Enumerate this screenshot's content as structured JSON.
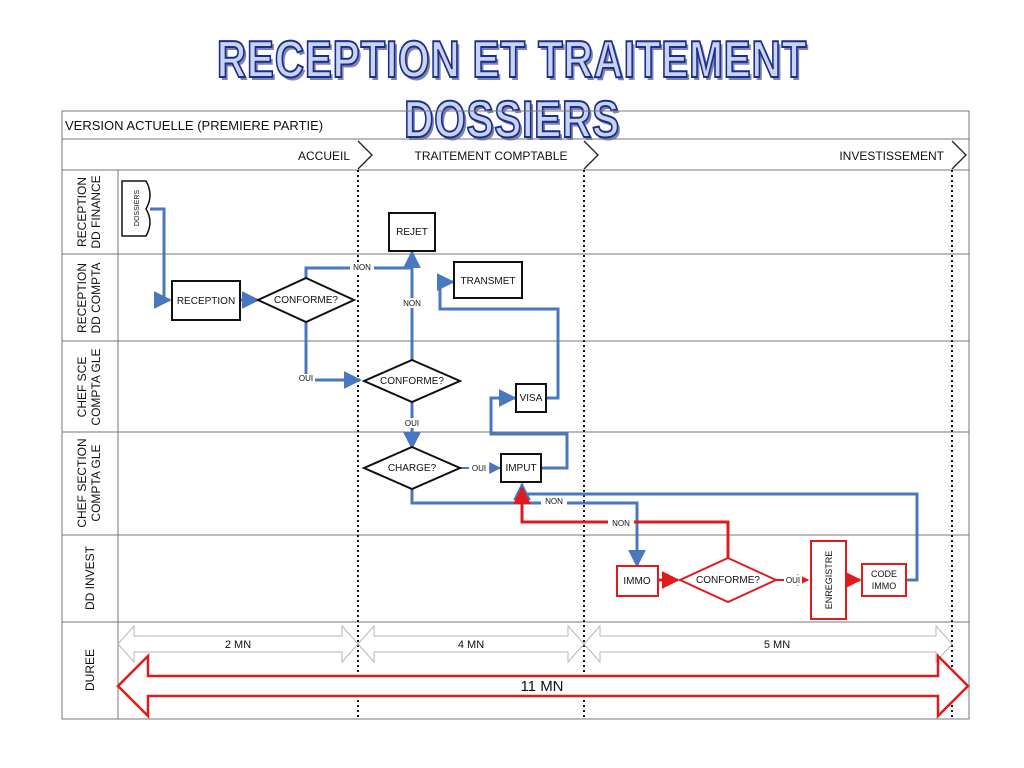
{
  "title": "RECEPTION ET TRAITEMENT DOSSIERS",
  "version": "VERSION ACTUELLE (PREMIERE PARTIE)",
  "phases": [
    "ACCUEIL",
    "TRAITEMENT COMPTABLE",
    "INVESTISSEMENT"
  ],
  "lanes": {
    "l1a": "RECEPTION",
    "l1b": "DD FINANCE",
    "l2a": "RECEPTION",
    "l2b": "DD COMPTA",
    "l3a": "CHEF SCE",
    "l3b": "COMPTA GLE",
    "l4a": "CHEF SECTION",
    "l4b": "COMPTA GLE",
    "l5a": "DD INVEST",
    "l6a": "DUREE"
  },
  "nodes": {
    "dossiers": "DOSSIERS",
    "reception": "RECEPTION",
    "conforme1": "CONFORME?",
    "rejet": "REJET",
    "transmet": "TRANSMET",
    "conforme2": "CONFORME?",
    "visa": "VISA",
    "charge": "CHARGE?",
    "imput": "IMPUT",
    "immo": "IMMO",
    "conforme3": "CONFORME?",
    "enregistre": "ENREGISTRE",
    "code_immo_1": "CODE",
    "code_immo_2": "IMMO"
  },
  "edge_labels": {
    "non1": "NON",
    "oui1": "OUI",
    "non2": "NON",
    "oui2": "OUI",
    "oui3": "OUI",
    "non3": "NON",
    "non4": "NON",
    "oui4": "OUI"
  },
  "durations": {
    "d1": "2 MN",
    "d2": "4 MN",
    "d3": "5 MN",
    "total": "11 MN"
  },
  "colors": {
    "blue": "#4a78c0",
    "red": "#e01b1b",
    "title_fill": "#c8d3ef",
    "title_stroke": "#1d2d8a"
  }
}
